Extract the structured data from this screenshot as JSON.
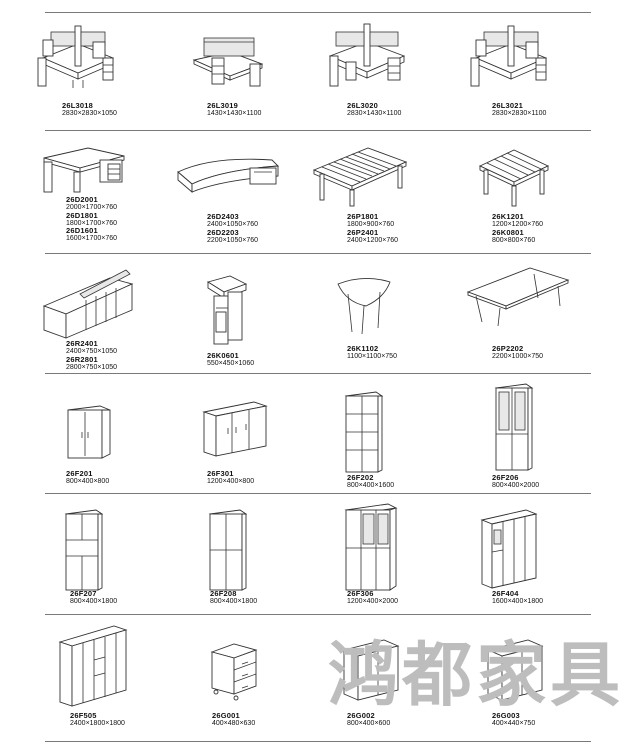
{
  "watermark": "鸿都家具",
  "rows": [
    {
      "items": [
        {
          "icon": "l-desk-cluster-icon",
          "codes": [
            "26L3018"
          ],
          "dims": [
            "2830×2830×1050"
          ]
        },
        {
          "icon": "l-desk-icon",
          "codes": [
            "26L3019"
          ],
          "dims": [
            "1430×1430×1100"
          ]
        },
        {
          "icon": "l-desk-pair-icon",
          "codes": [
            "26L3020"
          ],
          "dims": [
            "2830×1430×1100"
          ]
        },
        {
          "icon": "l-desk-cluster-icon",
          "codes": [
            "26L3021"
          ],
          "dims": [
            "2830×2830×1100"
          ]
        }
      ]
    },
    {
      "items": [
        {
          "icon": "executive-desk-icon",
          "codes": [
            "26D2001",
            "26D1801",
            "26D1601"
          ],
          "dims": [
            "2000×1700×760",
            "1800×1700×760",
            "1600×1700×760"
          ]
        },
        {
          "icon": "executive-desk-curved-icon",
          "codes": [
            "26D2403",
            "26D2203"
          ],
          "dims": [
            "2400×1050×760",
            "2200×1050×760"
          ]
        },
        {
          "icon": "meeting-table-icon",
          "codes": [
            "26P1801",
            "26P2401"
          ],
          "dims": [
            "1800×900×760",
            "2400×1200×760"
          ]
        },
        {
          "icon": "square-table-icon",
          "codes": [
            "26K1201",
            "26K0801"
          ],
          "dims": [
            "1200×1200×760",
            "800×800×760"
          ]
        }
      ]
    },
    {
      "items": [
        {
          "icon": "reception-desk-icon",
          "codes": [
            "26R2401",
            "26R2801"
          ],
          "dims": [
            "2400×750×1050",
            "2800×750×1050"
          ]
        },
        {
          "icon": "lectern-icon",
          "codes": [
            "26K0601"
          ],
          "dims": [
            "550×450×1060"
          ]
        },
        {
          "icon": "triangle-table-icon",
          "codes": [
            "26K1102"
          ],
          "dims": [
            "1100×1100×750"
          ]
        },
        {
          "icon": "long-table-icon",
          "codes": [
            "26P2202"
          ],
          "dims": [
            "2200×1000×750"
          ]
        }
      ]
    },
    {
      "items": [
        {
          "icon": "low-cabinet-icon",
          "codes": [
            "26F201"
          ],
          "dims": [
            "800×400×800"
          ]
        },
        {
          "icon": "wide-cabinet-icon",
          "codes": [
            "26F301"
          ],
          "dims": [
            "1200×400×800"
          ]
        },
        {
          "icon": "glass-bookcase-icon",
          "codes": [
            "26F202"
          ],
          "dims": [
            "800×400×1600"
          ]
        },
        {
          "icon": "tall-glass-cabinet-icon",
          "codes": [
            "26F206"
          ],
          "dims": [
            "800×400×2000"
          ]
        }
      ]
    },
    {
      "items": [
        {
          "icon": "tall-cabinet-open-icon",
          "codes": [
            "26F207"
          ],
          "dims": [
            "800×400×1800"
          ]
        },
        {
          "icon": "tall-cabinet-icon",
          "codes": [
            "26F208"
          ],
          "dims": [
            "800×400×1800"
          ]
        },
        {
          "icon": "triple-glass-cabinet-icon",
          "codes": [
            "26F306"
          ],
          "dims": [
            "1200×400×2000"
          ]
        },
        {
          "icon": "four-door-cabinet-icon",
          "codes": [
            "26F404"
          ],
          "dims": [
            "1600×400×1800"
          ]
        }
      ]
    },
    {
      "items": [
        {
          "icon": "five-door-cabinet-icon",
          "codes": [
            "26F505"
          ],
          "dims": [
            "2400×1800×1800"
          ]
        },
        {
          "icon": "mobile-pedestal-icon",
          "codes": [
            "26G001"
          ],
          "dims": [
            "400×480×630"
          ]
        },
        {
          "icon": "side-cabinet-icon",
          "codes": [
            "26G002"
          ],
          "dims": [
            "800×400×600"
          ]
        },
        {
          "icon": "side-cabinet-small-icon",
          "codes": [
            "26G003"
          ],
          "dims": [
            "400×440×750"
          ]
        }
      ]
    }
  ]
}
